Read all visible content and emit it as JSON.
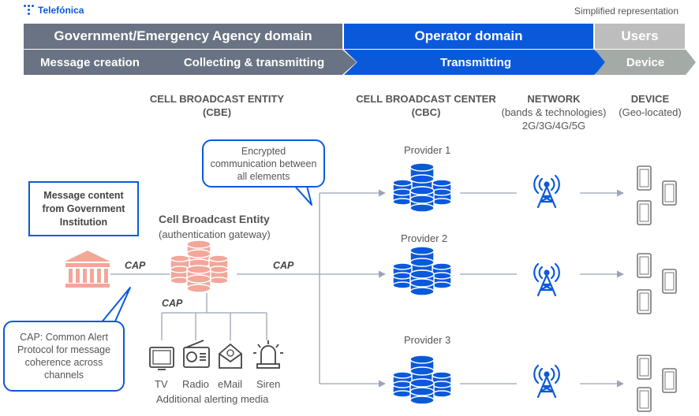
{
  "logo": {
    "text": "Telefónica"
  },
  "note": "Simplified representation",
  "domains": {
    "gov": "Government/Emergency Agency domain",
    "operator": "Operator domain",
    "users": "Users"
  },
  "stages": {
    "message_creation": "Message creation",
    "collecting": "Collecting & transmitting",
    "transmitting": "Transmitting",
    "device": "Device"
  },
  "headers": {
    "cbe_line1": "CELL BROADCAST ENTITY",
    "cbe_line2": "(CBE)",
    "cbc_line1": "CELL BROADCAST CENTER",
    "cbc_line2": "(CBC)",
    "network_line1": "NETWORK",
    "network_line2": "(bands & technologies)",
    "network_line3": "2G/3G/4G/5G",
    "device_line1": "DEVICE",
    "device_line2": "(Geo-located)"
  },
  "callouts": {
    "encrypted": "Encrypted communication between all elements",
    "cap_def": "CAP: Common Alert Protocol for message coherence across channels"
  },
  "message_box": "Message content from Government Institution",
  "cbe": {
    "title": "Cell Broadcast Entity",
    "subtitle": "(authentication gateway)"
  },
  "cap_labels": {
    "left": "CAP",
    "right": "CAP",
    "lower": "CAP"
  },
  "providers": [
    "Provider 1",
    "Provider 2",
    "Provider 3"
  ],
  "media": {
    "tv": "TV",
    "radio": "Radio",
    "email": "eMail",
    "siren": "Siren",
    "caption": "Additional alerting media"
  },
  "colors": {
    "grey_bar": "#6A7383",
    "blue": "#0B59DB",
    "light_grey": "#BDBDBD",
    "grey_chev": "#A4AAA6",
    "salmon": "#F2A79A",
    "line": "#9AA5B5",
    "dark_icon": "#444444"
  }
}
